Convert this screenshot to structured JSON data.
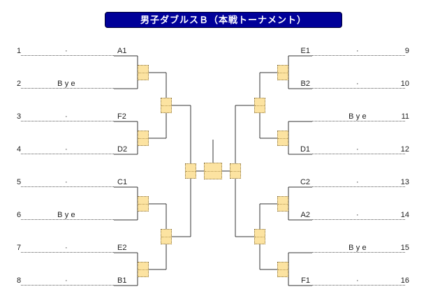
{
  "title": "男子ダブルスＢ（本戦トーナメント）",
  "colors": {
    "title_bg": "#000099",
    "title_text": "#ffffff",
    "score_box_fill": "#fce3a1",
    "score_box_border": "#8a7340",
    "bracket_line": "#333333",
    "entry_line": "#555555"
  },
  "bracket": {
    "left": [
      {
        "number": "1",
        "name": "·",
        "seed": "A1"
      },
      {
        "number": "2",
        "name": "Bye",
        "seed": ""
      },
      {
        "number": "3",
        "name": "·",
        "seed": "F2"
      },
      {
        "number": "4",
        "name": "·",
        "seed": "D2"
      },
      {
        "number": "5",
        "name": "·",
        "seed": "C1"
      },
      {
        "number": "6",
        "name": "Bye",
        "seed": ""
      },
      {
        "number": "7",
        "name": "·",
        "seed": "E2"
      },
      {
        "number": "8",
        "name": "·",
        "seed": "B1"
      }
    ],
    "right": [
      {
        "number": "9",
        "name": "·",
        "seed": "E1"
      },
      {
        "number": "10",
        "name": "·",
        "seed": "B2"
      },
      {
        "number": "11",
        "name": "Bye",
        "seed": ""
      },
      {
        "number": "12",
        "name": "·",
        "seed": "D1"
      },
      {
        "number": "13",
        "name": "·",
        "seed": "C2"
      },
      {
        "number": "14",
        "name": "·",
        "seed": "A2"
      },
      {
        "number": "15",
        "name": "Bye",
        "seed": ""
      },
      {
        "number": "16",
        "name": "·",
        "seed": "F1"
      }
    ]
  }
}
